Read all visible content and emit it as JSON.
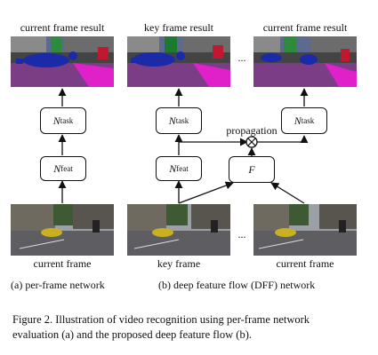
{
  "labels": {
    "top_left": "current frame result",
    "top_mid": "key frame result",
    "top_right": "current frame result",
    "bottom_left": "current frame",
    "bottom_mid": "key frame",
    "bottom_right": "current frame",
    "ellipsis_top": "...",
    "ellipsis_bottom": "...",
    "propagation": "propagation"
  },
  "boxes": {
    "n_task_base": "N",
    "n_task_sub": "task",
    "n_feat_base": "N",
    "n_feat_sub": "feat",
    "flow": "F"
  },
  "subfigures": {
    "a": "(a) per-frame network",
    "b": "(b) deep feature flow (DFF) network"
  },
  "caption": {
    "line1": "Figure 2. Illustration of video recognition using per-frame network",
    "line2": "evaluation (a) and the proposed deep feature flow (b)."
  },
  "colors": {
    "road": "#7b3e86",
    "sky": "#5c6a8e",
    "magenta": "#e020c8",
    "blue_car": "#1a2aa8",
    "red": "#c01830",
    "building": "#5c5c5c",
    "tree": "#1c7a2e"
  },
  "icons": {
    "combine": "circle-times-icon"
  }
}
